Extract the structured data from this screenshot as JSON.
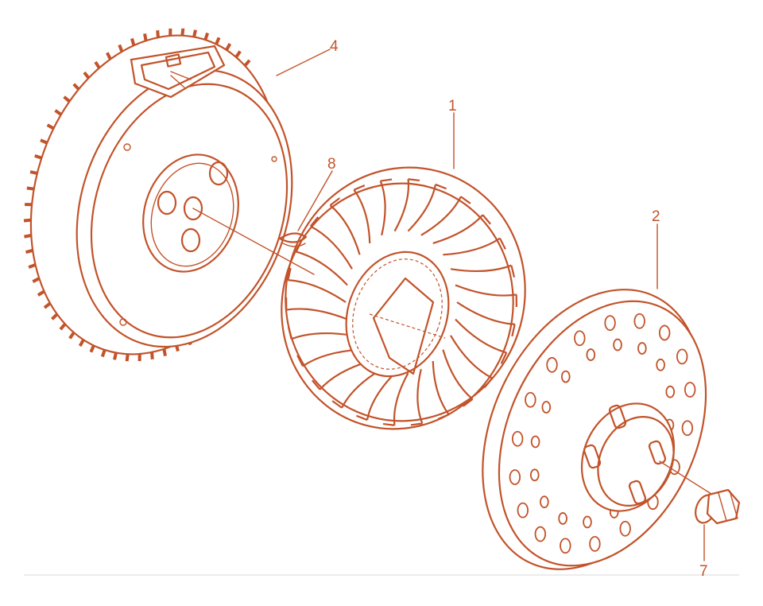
{
  "callouts": {
    "flywheel": "4",
    "fan": "1",
    "key": "8",
    "cup": "2",
    "nut": "7"
  },
  "colors": {
    "line": "#c2532a",
    "background": "#ffffff",
    "baseline": "#e6e6e6"
  }
}
